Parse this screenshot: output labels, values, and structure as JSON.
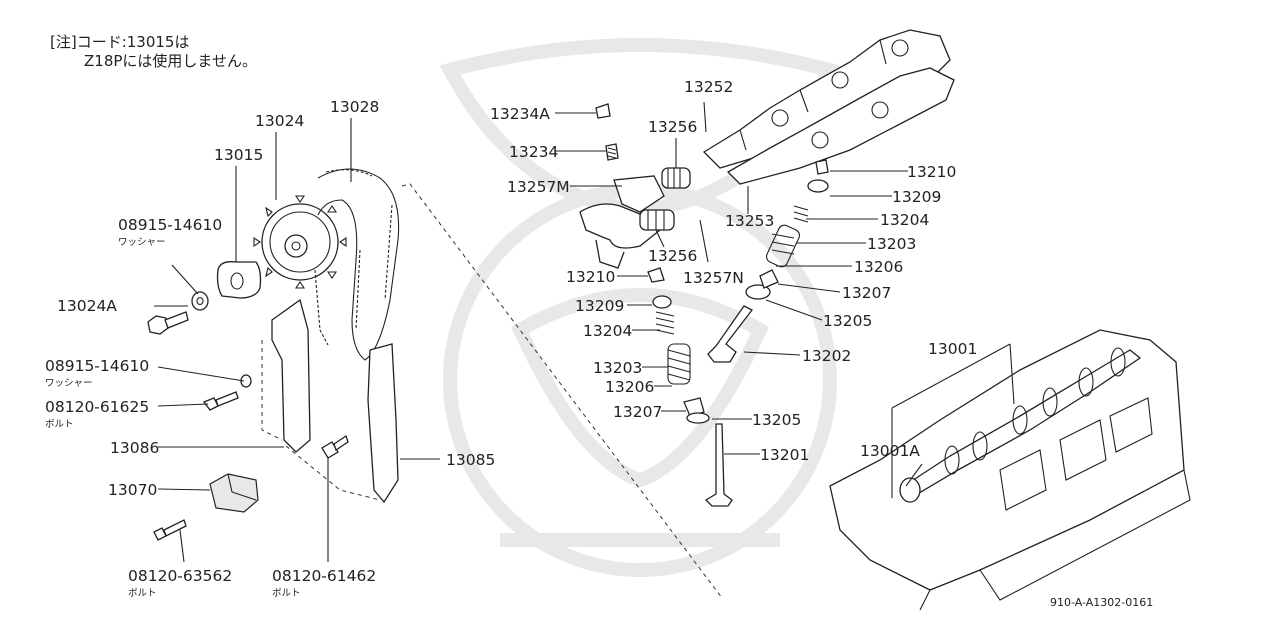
{
  "note": {
    "line1": "[注]コード:13015は",
    "line2": "Z18Pには使用しません。"
  },
  "reference_code": "910-A-A1302-0161",
  "callouts": {
    "p13028": "13028",
    "p13024": "13024",
    "p13015": "13015",
    "p08915_top": "08915-14610",
    "p08915_top_sub": "ワッシャー",
    "p13024A": "13024A",
    "p08915_mid": "08915-14610",
    "p08915_mid_sub": "ワッシャー",
    "p08120_61625": "08120-61625",
    "p08120_61625_sub": "ボルト",
    "p13086": "13086",
    "p13070": "13070",
    "p08120_63562": "08120-63562",
    "p08120_63562_sub": "ボルト",
    "p08120_61462": "08120-61462",
    "p08120_61462_sub": "ボルト",
    "p13085": "13085",
    "p13234A": "13234A",
    "p13234": "13234",
    "p13256_top": "13256",
    "p13257M": "13257M",
    "p13256_bot": "13256",
    "p13210_left": "13210",
    "p13257N": "13257N",
    "p13209_left": "13209",
    "p13204_left": "13204",
    "p13203_left": "13203",
    "p13206_left": "13206",
    "p13207_left": "13207",
    "p13205_left": "13205",
    "p13201": "13201",
    "p13252": "13252",
    "p13253": "13253",
    "p13210_right": "13210",
    "p13209_right": "13209",
    "p13204_right": "13204",
    "p13203_right": "13203",
    "p13206_right": "13206",
    "p13207_right": "13207",
    "p13205_right": "13205",
    "p13202": "13202",
    "p13001": "13001",
    "p13001A": "13001A"
  }
}
